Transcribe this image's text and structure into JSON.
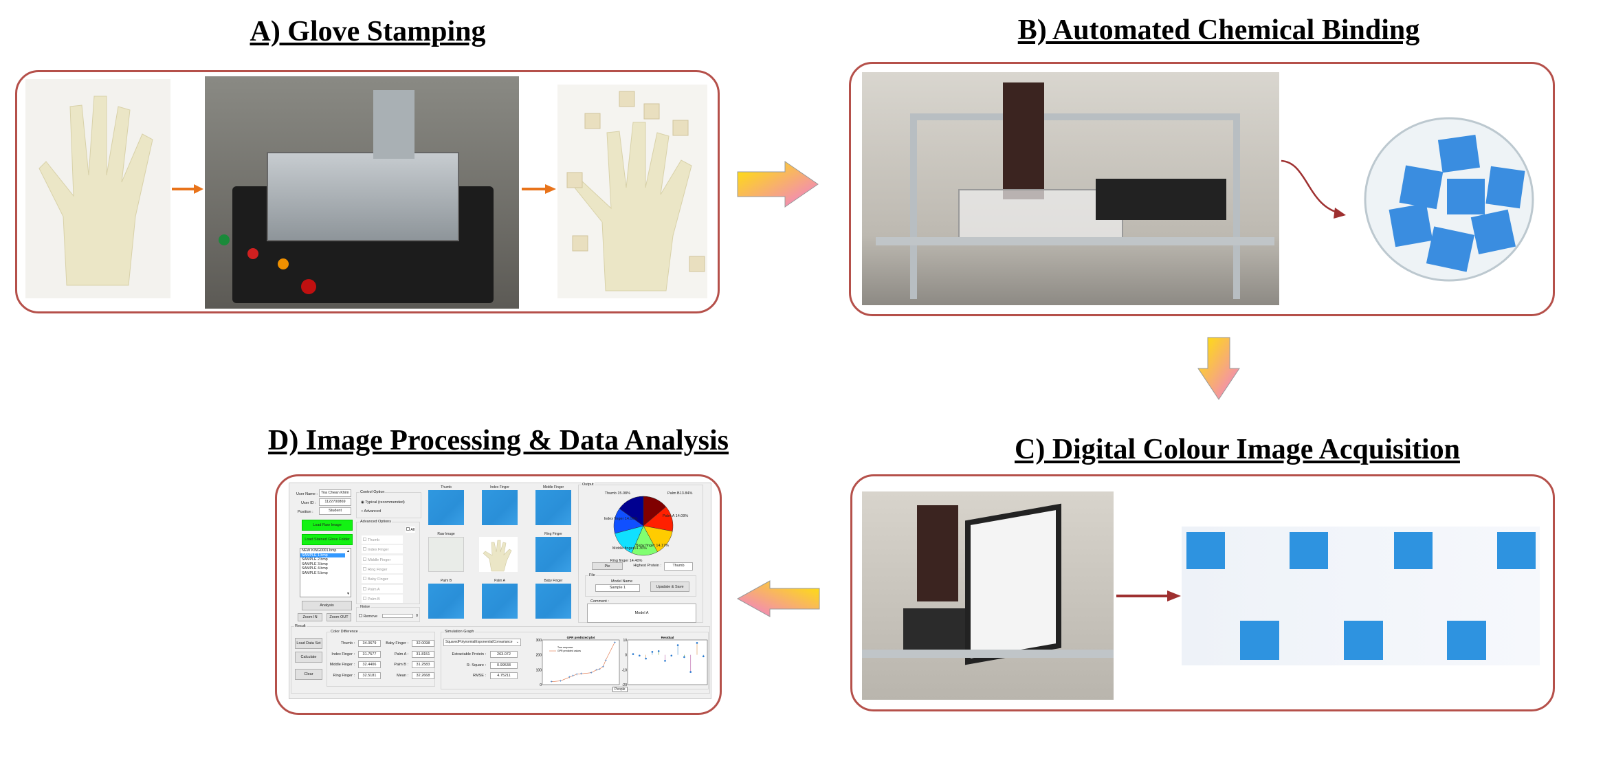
{
  "titles": {
    "a": "A) Glove Stamping",
    "b": "B) Automated Chemical Binding",
    "c": "C) Digital Colour Image Acquisition",
    "d": "D) Image Processing & Data Analysis"
  },
  "colors": {
    "panel_border": "#b5504a",
    "orange_arrow": "#e8731a",
    "red_arrow": "#9e3030",
    "tile_blue": "#2f98e0",
    "green_button": "#13f213"
  },
  "gui": {
    "user_name_label": "User Name :",
    "user_name": "Toa Chean Khim",
    "user_id_label": "User ID :",
    "user_id": "1122700869",
    "position_label": "Position :",
    "position": "Student",
    "control_option": "Control Option",
    "typical": "Typical (recommended)",
    "advanced": "Advanced",
    "load_raw": "Load Raw Image",
    "load_folder": "Load Stained Glove Folder",
    "files": [
      "NEW KING0001.bmp",
      "SAMPLE 1.bmp",
      "SAMPLE 2.bmp",
      "SAMPLE 3.bmp",
      "SAMPLE 4.bmp",
      "SAMPLE 5.bmp"
    ],
    "selected_file": "SAMPLE 1.bmp",
    "analysis": "Analysis",
    "zoom_in": "Zoom IN",
    "zoom_out": "Zoom OUT",
    "advanced_options": "Advanced Options",
    "all": "All",
    "options": [
      "Thumb",
      "Index Finger",
      "Middle Finger",
      "Ring Finger",
      "Baby Finger",
      "Palm A",
      "Palm B"
    ],
    "noise": "Noise",
    "remove": "Remove",
    "noise_value": "0",
    "tiles": {
      "thumb": "Thumb",
      "index": "Index Finger",
      "middle": "Middle Finger",
      "raw": "Raw Image",
      "ring": "Ring Finger",
      "palm_b": "Palm B",
      "palm_a": "Palm A",
      "baby": "Baby Finger"
    },
    "output": "Output",
    "pie_button": "Pie",
    "highest_label": "Highest Protein :",
    "highest": "Thumb",
    "file": "File",
    "model_name_label": "Model Name",
    "model_name": "Sample 1",
    "update_save": "Upadate & Save",
    "comment_label": "Comment :",
    "comment": "Model A",
    "result": "Result",
    "load_data": "Load Data Set",
    "calculate": "Calculate",
    "clear": "Clear",
    "color_difference": "Color Difference",
    "cd_left": [
      {
        "label": "Thumb :",
        "value": "34.0679"
      },
      {
        "label": "Index Finger :",
        "value": "31.7577"
      },
      {
        "label": "Middle Finger :",
        "value": "32.4406"
      },
      {
        "label": "Ring Finger :",
        "value": "32.5181"
      }
    ],
    "cd_right": [
      {
        "label": "Baby Finger :",
        "value": "32.0098"
      },
      {
        "label": "Palm A :",
        "value": "31.8151"
      },
      {
        "label": "Palm B :",
        "value": "31.2583"
      },
      {
        "label": "Mean :",
        "value": "32.2668"
      }
    ],
    "simulation": "Simulation Graph",
    "kernel": "SquaredPolynomialExponentialConvariance",
    "sim_rows": [
      {
        "label": "Extractable Protein :",
        "value": "263.072"
      },
      {
        "label": "R- Square :",
        "value": "0.99538"
      },
      {
        "label": "RMSE :",
        "value": "4.75211"
      }
    ],
    "tooltip": "People"
  },
  "chart_data": [
    {
      "type": "pie",
      "title": "Output",
      "slices": [
        {
          "label": "Palm B13.84%",
          "name": "Palm B",
          "value": 13.84,
          "color": "#800000"
        },
        {
          "label": "Palm A 14.09%",
          "name": "Palm A",
          "value": 14.09,
          "color": "#ff2000"
        },
        {
          "label": "Baby finger 14.17%",
          "name": "Baby finger",
          "value": 14.17,
          "color": "#ffcc00"
        },
        {
          "label": "Ring finger 14.40%",
          "name": "Ring finger",
          "value": 14.4,
          "color": "#80ff70"
        },
        {
          "label": "Middle finger14.36%",
          "name": "Middle finger",
          "value": 14.36,
          "color": "#10e0ff"
        },
        {
          "label": "Index finger 14.06%",
          "name": "Index finger",
          "value": 14.06,
          "color": "#1050ff"
        },
        {
          "label": "Thumb 15.08%",
          "name": "Thumb",
          "value": 15.08,
          "color": "#000090"
        }
      ]
    },
    {
      "type": "line",
      "title": "GPR predicted plot",
      "legend": [
        "True response",
        "GPR predicted values"
      ],
      "ylim": [
        0,
        300
      ],
      "yticks": [
        "0",
        "100",
        "200",
        "300"
      ],
      "xlim": [
        0,
        8.5
      ],
      "x": [
        1,
        2,
        3,
        3.4,
        3.8,
        4.3,
        5.4,
        6,
        6.3,
        6.7,
        7,
        8
      ],
      "y": [
        20,
        25,
        50,
        60,
        70,
        73,
        80,
        100,
        105,
        120,
        165,
        285
      ]
    },
    {
      "type": "scatter",
      "title": "Residual",
      "ylim": [
        -20,
        10
      ],
      "yticks": [
        "10",
        "0",
        "-10",
        "-20"
      ],
      "values": [
        0.5,
        -0.5,
        -2.5,
        2,
        2.5,
        -4,
        -0.5,
        6.5,
        -1.5,
        -11.5,
        8,
        -1
      ]
    }
  ]
}
